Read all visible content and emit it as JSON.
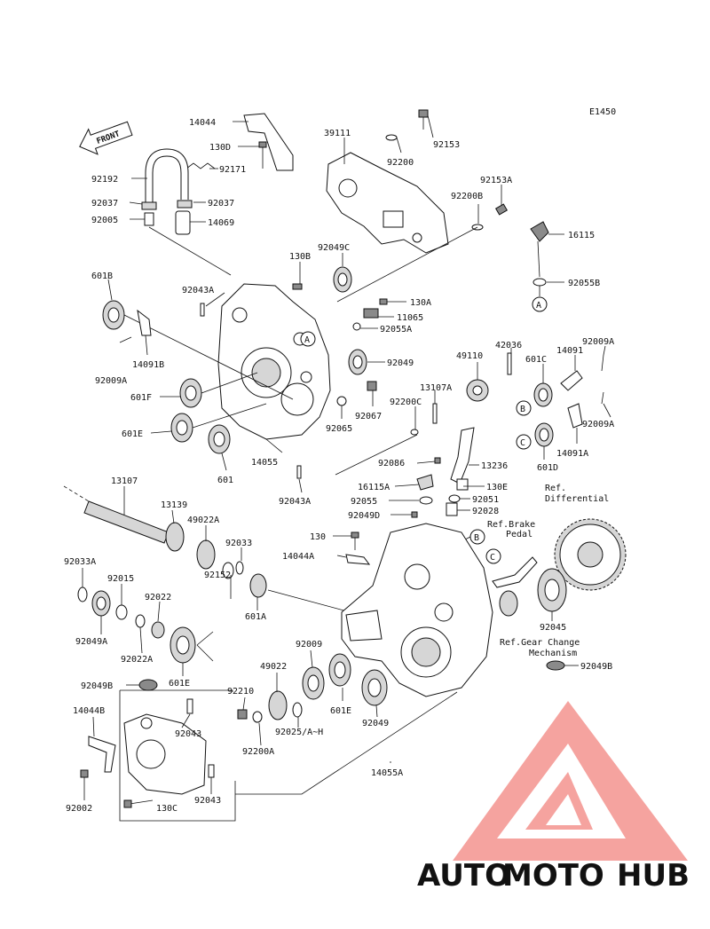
{
  "diagram_code": "E1450",
  "front_label": "FRONT",
  "parts": [
    {
      "id": "p14044",
      "label": "14044"
    },
    {
      "id": "p130D",
      "label": "130D"
    },
    {
      "id": "p92171",
      "label": "92171"
    },
    {
      "id": "p92192",
      "label": "92192"
    },
    {
      "id": "p92037a",
      "label": "92037"
    },
    {
      "id": "p92037b",
      "label": "92037"
    },
    {
      "id": "p92005",
      "label": "92005"
    },
    {
      "id": "p14069",
      "label": "14069"
    },
    {
      "id": "p39111",
      "label": "39111"
    },
    {
      "id": "p92200",
      "label": "92200"
    },
    {
      "id": "p92153",
      "label": "92153"
    },
    {
      "id": "p92153A",
      "label": "92153A"
    },
    {
      "id": "p92200B",
      "label": "92200B"
    },
    {
      "id": "p16115",
      "label": "16115"
    },
    {
      "id": "p92055B",
      "label": "92055B"
    },
    {
      "id": "p601B",
      "label": "601B"
    },
    {
      "id": "p92043A_top",
      "label": "92043A"
    },
    {
      "id": "p130B",
      "label": "130B"
    },
    {
      "id": "p92049C",
      "label": "92049C"
    },
    {
      "id": "p130A",
      "label": "130A"
    },
    {
      "id": "p11065",
      "label": "11065"
    },
    {
      "id": "p92055A",
      "label": "92055A"
    },
    {
      "id": "p14091B",
      "label": "14091B"
    },
    {
      "id": "p92009A_l",
      "label": "92009A"
    },
    {
      "id": "p92049",
      "label": "92049"
    },
    {
      "id": "p42036",
      "label": "42036"
    },
    {
      "id": "p92009A_r1",
      "label": "92009A"
    },
    {
      "id": "p49110",
      "label": "49110"
    },
    {
      "id": "p601C",
      "label": "601C"
    },
    {
      "id": "p14091",
      "label": "14091"
    },
    {
      "id": "p13107A",
      "label": "13107A"
    },
    {
      "id": "p601F",
      "label": "601F"
    },
    {
      "id": "p92067",
      "label": "92067"
    },
    {
      "id": "p92200C",
      "label": "92200C"
    },
    {
      "id": "p92009A_r2",
      "label": "92009A"
    },
    {
      "id": "p601E_t",
      "label": "601E"
    },
    {
      "id": "p92065",
      "label": "92065"
    },
    {
      "id": "p14091A",
      "label": "14091A"
    },
    {
      "id": "p14055",
      "label": "14055"
    },
    {
      "id": "p601",
      "label": "601"
    },
    {
      "id": "p92086",
      "label": "92086"
    },
    {
      "id": "p13236",
      "label": "13236"
    },
    {
      "id": "p601D",
      "label": "601D"
    },
    {
      "id": "p92043A_b",
      "label": "92043A"
    },
    {
      "id": "p16115A",
      "label": "16115A"
    },
    {
      "id": "p130E",
      "label": "130E"
    },
    {
      "id": "p13107",
      "label": "13107"
    },
    {
      "id": "p92055",
      "label": "92055"
    },
    {
      "id": "p92051",
      "label": "92051"
    },
    {
      "id": "p92049D",
      "label": "92049D"
    },
    {
      "id": "p92028",
      "label": "92028"
    },
    {
      "id": "p13139",
      "label": "13139"
    },
    {
      "id": "p49022A",
      "label": "49022A"
    },
    {
      "id": "p92033",
      "label": "92033"
    },
    {
      "id": "p130",
      "label": "130"
    },
    {
      "id": "p14044A",
      "label": "14044A"
    },
    {
      "id": "p92033A",
      "label": "92033A"
    },
    {
      "id": "p92015",
      "label": "92015"
    },
    {
      "id": "p92152",
      "label": "92152"
    },
    {
      "id": "p601A",
      "label": "601A"
    },
    {
      "id": "p92022",
      "label": "92022"
    },
    {
      "id": "p92049A",
      "label": "92049A"
    },
    {
      "id": "p92022A",
      "label": "92022A"
    },
    {
      "id": "p92045",
      "label": "92045"
    },
    {
      "id": "p92009",
      "label": "92009"
    },
    {
      "id": "p49022",
      "label": "49022"
    },
    {
      "id": "p92049B_l",
      "label": "92049B"
    },
    {
      "id": "p601E_b",
      "label": "601E"
    },
    {
      "id": "p92049B_r",
      "label": "92049B"
    },
    {
      "id": "p14044B",
      "label": "14044B"
    },
    {
      "id": "p92210",
      "label": "92210"
    },
    {
      "id": "p92043",
      "label": "92043"
    },
    {
      "id": "p601E_m",
      "label": "601E"
    },
    {
      "id": "p92049_b",
      "label": "92049"
    },
    {
      "id": "p92025",
      "label": "92025/A~H"
    },
    {
      "id": "p92200A",
      "label": "92200A"
    },
    {
      "id": "p14055A",
      "label": "14055A"
    },
    {
      "id": "p92043_b",
      "label": "92043"
    },
    {
      "id": "p130C",
      "label": "130C"
    },
    {
      "id": "p92002",
      "label": "92002"
    }
  ],
  "references": [
    {
      "id": "ref_diff_1",
      "label": "Ref."
    },
    {
      "id": "ref_diff_2",
      "label": "Differential"
    },
    {
      "id": "ref_brake",
      "label": "Ref.Brake"
    },
    {
      "id": "ref_pedal",
      "label": "Pedal"
    },
    {
      "id": "ref_gear_1",
      "label": "Ref.Gear Change"
    },
    {
      "id": "ref_gear_2",
      "label": "Mechanism"
    }
  ],
  "callouts": {
    "A": "A",
    "B": "B",
    "C": "C"
  },
  "watermark": {
    "part1": "AUTO",
    "part2": "MOTO",
    "part3": "HUB"
  },
  "colors": {
    "watermark_red": "#e8403a",
    "watermark_orange": "#f2a54a",
    "watermark_gray": "#9b9b9b"
  }
}
